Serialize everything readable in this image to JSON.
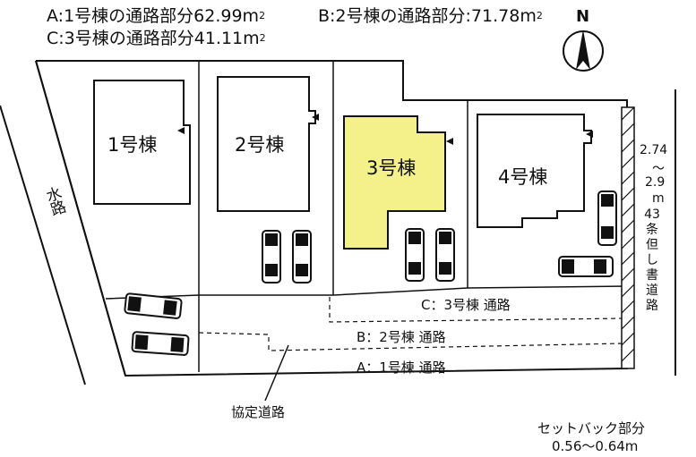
{
  "header": {
    "line_a": "A:1号棟の通路部分62.99m",
    "line_b": "B:2号棟の通路部分:71.78m",
    "line_c": "C:3号棟の通路部分41.11m",
    "unit_sup": "2"
  },
  "compass": {
    "letter": "N"
  },
  "buildings": [
    {
      "label": "1号棟",
      "highlighted": false
    },
    {
      "label": "2号棟",
      "highlighted": false
    },
    {
      "label": "3号棟",
      "highlighted": true
    },
    {
      "label": "4号棟",
      "highlighted": false
    }
  ],
  "roads": {
    "c": "C：3号棟 通路",
    "b": "B：2号棟 通路",
    "a": "A：1号棟 通路"
  },
  "labels": {
    "waterway": "水路",
    "agreement_road": "協定道路",
    "setback_title": "セットバック部分",
    "setback_range": "0.56〜0.64m",
    "road_width_1": "2.74",
    "road_width_2": "〜",
    "road_width_3": "2.9",
    "road_width_4": "m",
    "road_desc": "43条但し書道路"
  },
  "colors": {
    "highlight": "#f4f18b",
    "line": "#111111"
  }
}
